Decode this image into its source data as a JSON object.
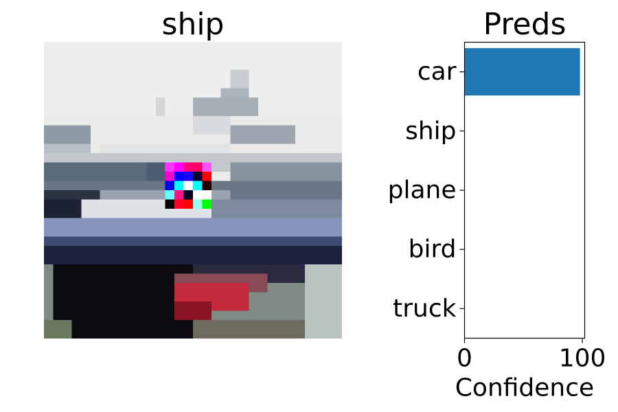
{
  "image_panel": {
    "title": "ship"
  },
  "chart_data": {
    "type": "bar",
    "orientation": "horizontal",
    "title": "Preds",
    "categories": [
      "car",
      "ship",
      "plane",
      "bird",
      "truck"
    ],
    "values": [
      98,
      0,
      0,
      0,
      0
    ],
    "xlabel": "Confidence",
    "ylabel": "",
    "xlim": [
      0,
      102
    ],
    "xticks": [
      0,
      100
    ],
    "xtick_labels": [
      "0",
      "100"
    ],
    "bar_color": "#1f77b4",
    "grid": false
  }
}
